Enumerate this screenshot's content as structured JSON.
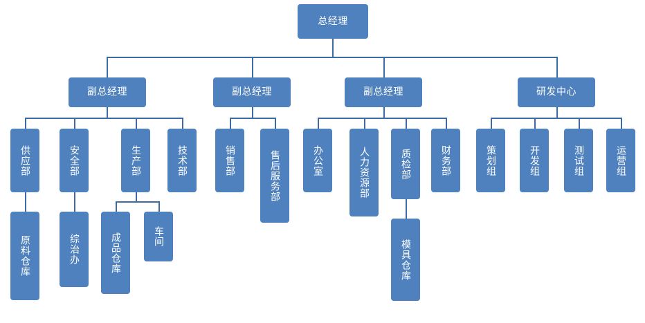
{
  "chart_title": "",
  "colors": {
    "node_fill": "#4e81bd",
    "connector": "#3c6ba5",
    "node_text": "#ffffff",
    "background": "#ffffff"
  },
  "org_chart": {
    "type": "tree",
    "orientation": "top-down",
    "levels": 4,
    "root": {
      "id": "gm",
      "label": "总经理",
      "text_direction": "horizontal"
    },
    "level2": [
      {
        "id": "dgm1",
        "label": "副总经理",
        "text_direction": "horizontal"
      },
      {
        "id": "dgm2",
        "label": "副总经理",
        "text_direction": "horizontal"
      },
      {
        "id": "dgm3",
        "label": "副总经理",
        "text_direction": "horizontal"
      },
      {
        "id": "rnd",
        "label": "研发中心",
        "text_direction": "horizontal"
      }
    ],
    "level3": [
      {
        "id": "supply",
        "label": "供应部",
        "parent": "dgm1",
        "text_direction": "vertical"
      },
      {
        "id": "safety",
        "label": "安全部",
        "parent": "dgm1",
        "text_direction": "vertical"
      },
      {
        "id": "production",
        "label": "生产部",
        "parent": "dgm1",
        "text_direction": "vertical"
      },
      {
        "id": "tech",
        "label": "技术部",
        "parent": "dgm1",
        "text_direction": "vertical"
      },
      {
        "id": "sales",
        "label": "销售部",
        "parent": "dgm2",
        "text_direction": "vertical"
      },
      {
        "id": "aftersales",
        "label": "售后服务部",
        "parent": "dgm2",
        "text_direction": "vertical"
      },
      {
        "id": "office",
        "label": "办公室",
        "parent": "dgm3",
        "text_direction": "vertical"
      },
      {
        "id": "hr",
        "label": "人力资源部",
        "parent": "dgm3",
        "text_direction": "vertical"
      },
      {
        "id": "qc",
        "label": "质检部",
        "parent": "dgm3",
        "text_direction": "vertical"
      },
      {
        "id": "finance",
        "label": "财务部",
        "parent": "dgm3",
        "text_direction": "vertical"
      },
      {
        "id": "planning",
        "label": "策划组",
        "parent": "rnd",
        "text_direction": "vertical"
      },
      {
        "id": "dev",
        "label": "开发组",
        "parent": "rnd",
        "text_direction": "vertical"
      },
      {
        "id": "test",
        "label": "测试组",
        "parent": "rnd",
        "text_direction": "vertical"
      },
      {
        "id": "ops",
        "label": "运营组",
        "parent": "rnd",
        "text_direction": "vertical"
      }
    ],
    "level4": [
      {
        "id": "rawwh",
        "label": "原料仓库",
        "parent": "supply",
        "text_direction": "vertical"
      },
      {
        "id": "govoffice",
        "label": "综治办",
        "parent": "safety",
        "text_direction": "vertical"
      },
      {
        "id": "fgwh",
        "label": "成品仓库",
        "parent": "production",
        "text_direction": "vertical"
      },
      {
        "id": "workshop",
        "label": "车间",
        "parent": "production",
        "text_direction": "vertical"
      },
      {
        "id": "moldwh",
        "label": "模具仓库",
        "parent": "qc",
        "text_direction": "vertical"
      }
    ]
  }
}
